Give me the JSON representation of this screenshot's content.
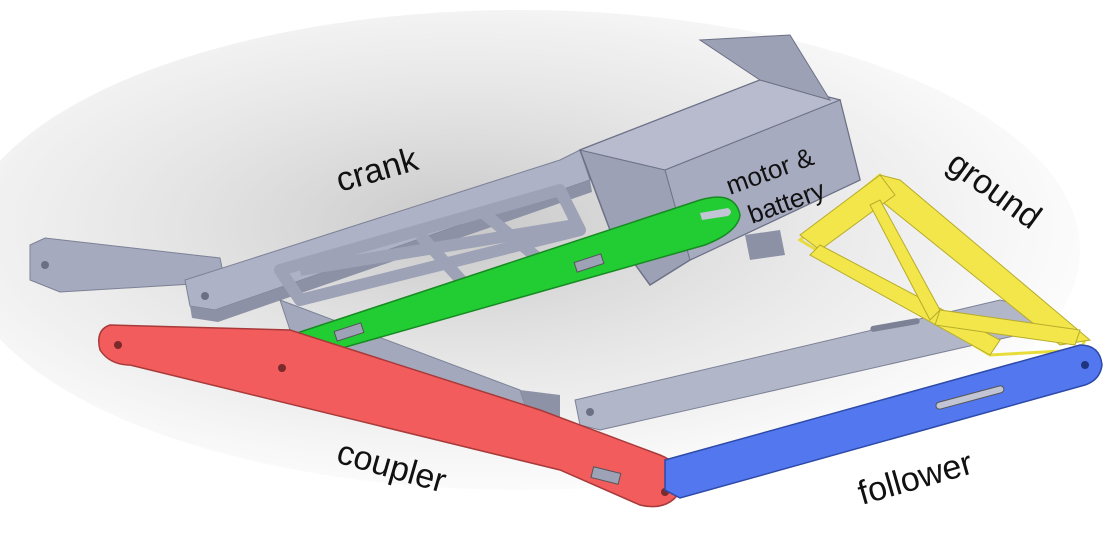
{
  "labels": {
    "crank": "crank",
    "motor_line1": "motor &",
    "motor_line2": "battery",
    "ground": "ground",
    "coupler": "coupler",
    "follower": "follower"
  },
  "colors": {
    "background": "#ffffff",
    "frame_gray": "#a9adc2",
    "frame_gray_dark": "#8a8ea3",
    "frame_gray_light": "#c4c7d6",
    "crank_green": "#22cc33",
    "ground_yellow": "#f2e64a",
    "coupler_red": "#f25c5c",
    "follower_blue": "#5277ee",
    "text": "#111111"
  }
}
